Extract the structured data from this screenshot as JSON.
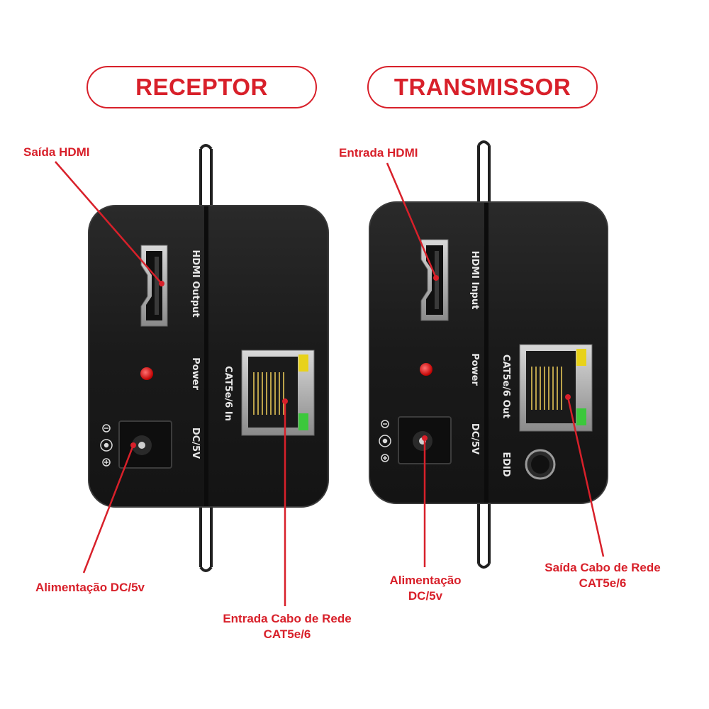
{
  "headers": {
    "receptor": "RECEPTOR",
    "transmissor": "TRANSMISSOR"
  },
  "receptor": {
    "port_labels": {
      "hdmi": "HDMI Output",
      "power": "Power",
      "dc": "DC/5V",
      "cat": "CAT5e/6 In"
    },
    "callouts": {
      "hdmi": "Saída HDMI",
      "dc": "Alimentação DC/5v",
      "cat_line1": "Entrada Cabo de Rede",
      "cat_line2": "CAT5e/6"
    }
  },
  "transmissor": {
    "port_labels": {
      "hdmi": "HDMI Input",
      "power": "Power",
      "dc": "DC/5V",
      "cat": "CAT5e/6 Out",
      "edid": "EDID"
    },
    "callouts": {
      "hdmi": "Entrada HDMI",
      "dc_line1": "Alimentação",
      "dc_line2": "DC/5v",
      "cat_line1": "Saída Cabo de Rede",
      "cat_line2": "CAT5e/6"
    }
  },
  "colors": {
    "accent": "#d8202a",
    "device_body": "#1c1c1c",
    "led_red": "#e01818",
    "led_yellow": "#e8d21a",
    "led_green": "#3cc83c"
  }
}
